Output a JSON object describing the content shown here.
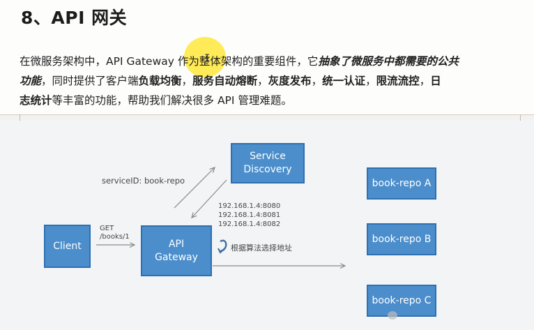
{
  "heading": "8、API 网关",
  "paragraph": {
    "line1": {
      "pre": "在微服务架构中，API Gateway 作为整体架构的重要组件，它",
      "em": "抽象了微服务中都需要的公共"
    },
    "line2": {
      "em": "功能",
      "t1": "，同时提供了客户端",
      "b1": "负载均衡",
      "t2": "，",
      "b2": "服务自动熔断",
      "t3": "，",
      "b3": "灰度发布",
      "t4": "，",
      "b4": "统一认证",
      "t5": "，",
      "b5": "限流流控",
      "t6": "，",
      "b6": "日"
    },
    "line3": {
      "b1": "志统计",
      "t1": "等丰富的功能，帮助我们解决很多 API 管理难题。"
    }
  },
  "diagram": {
    "service_discovery": [
      "Service",
      "Discovery"
    ],
    "client": "Client",
    "api_gateway": [
      "API",
      "Gateway"
    ],
    "book_repo_a": "book-repo A",
    "book_repo_b": "book-repo B",
    "book_repo_c": "book-repo C",
    "service_id_label": "serviceID: book-repo",
    "request_label": [
      "GET",
      "/books/1"
    ],
    "ip_addresses": [
      "192.168.1.4:8080",
      "192.168.1.4:8081",
      "192.168.1.4:8082"
    ],
    "algorithm_label": "根据算法选择地址"
  },
  "colors": {
    "box_fill": "#4b8ecb",
    "box_border": "#2f6fb0",
    "highlight": "#ffe628"
  }
}
